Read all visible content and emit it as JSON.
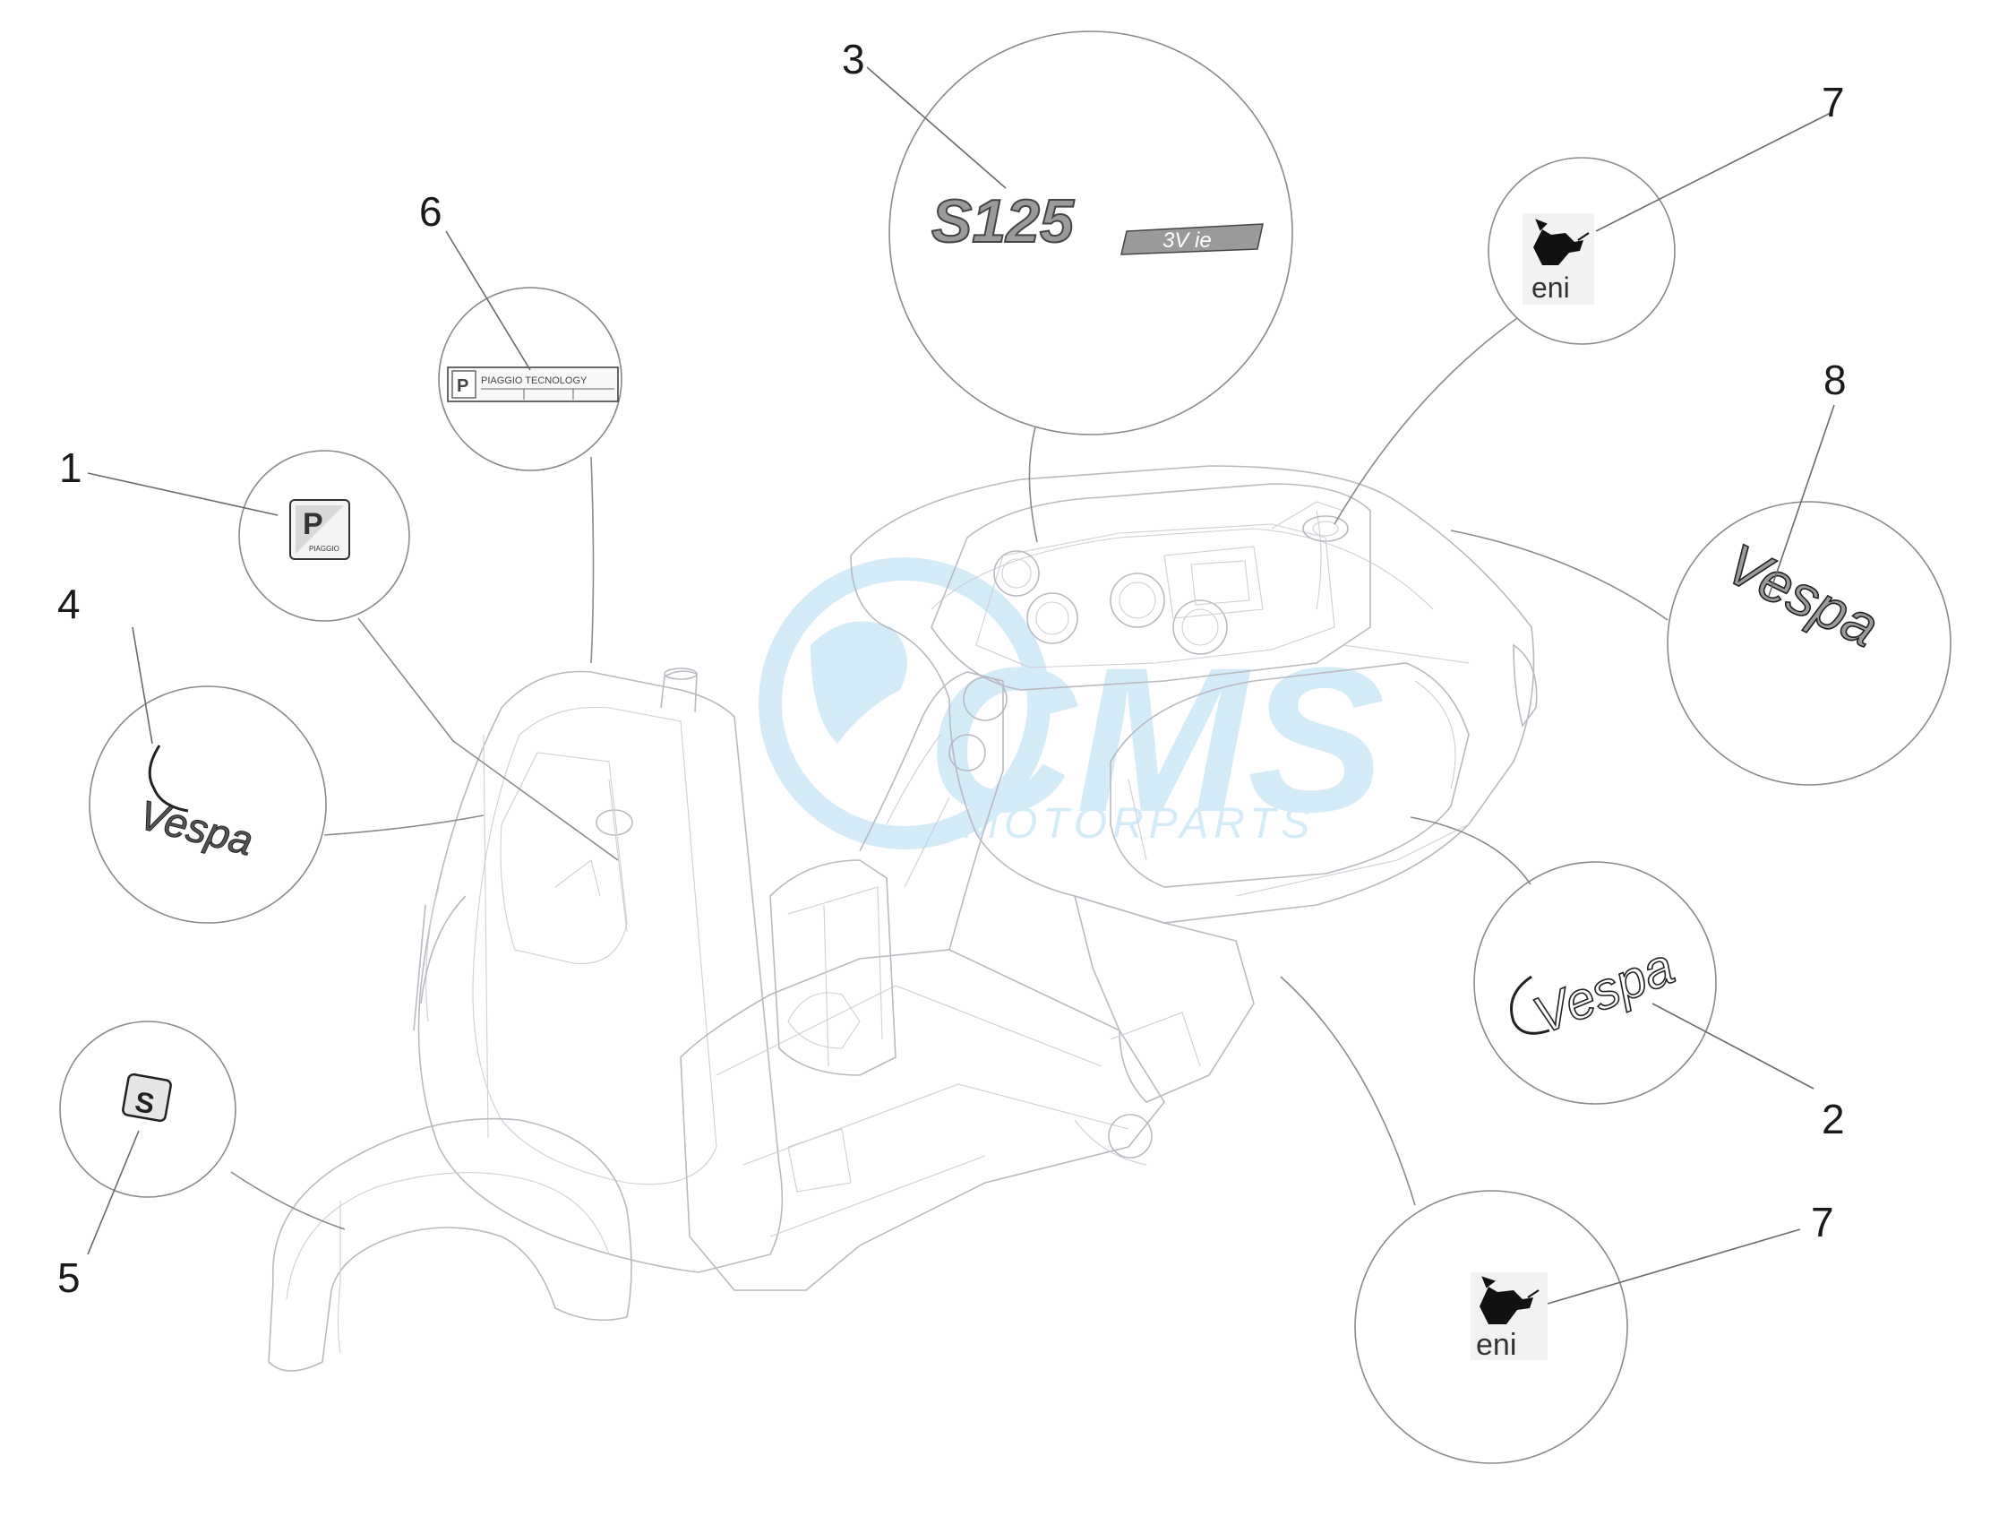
{
  "watermark": {
    "brand": "CMS",
    "tagline": "MOTORPARTS"
  },
  "colors": {
    "watermark": "#3fa9e0",
    "ink": "#1a1a1a",
    "lines": "#b9b9c2"
  },
  "callouts": {
    "c1": {
      "number": "1",
      "badge_text": "PIAGGIO",
      "icon": "piaggio-p-badge"
    },
    "c2": {
      "number": "2",
      "script": "Vespa",
      "icon": "vespa-script-logo"
    },
    "c3": {
      "number": "3",
      "main": "S125",
      "sub": "3V ie"
    },
    "c4": {
      "number": "4",
      "script": "Vespa",
      "icon": "vespa-script-logo"
    },
    "c5": {
      "number": "5",
      "badge_text": "S",
      "icon": "s-badge"
    },
    "c6": {
      "number": "6",
      "plate_text": "PIAGGIO TECNOLOGY"
    },
    "c7a": {
      "number": "7",
      "logo_text": "eni",
      "icon": "eni-dog-logo"
    },
    "c7b": {
      "number": "7",
      "logo_text": "eni",
      "icon": "eni-dog-logo"
    },
    "c8": {
      "number": "8",
      "script": "Vespa",
      "icon": "vespa-script-logo"
    }
  }
}
